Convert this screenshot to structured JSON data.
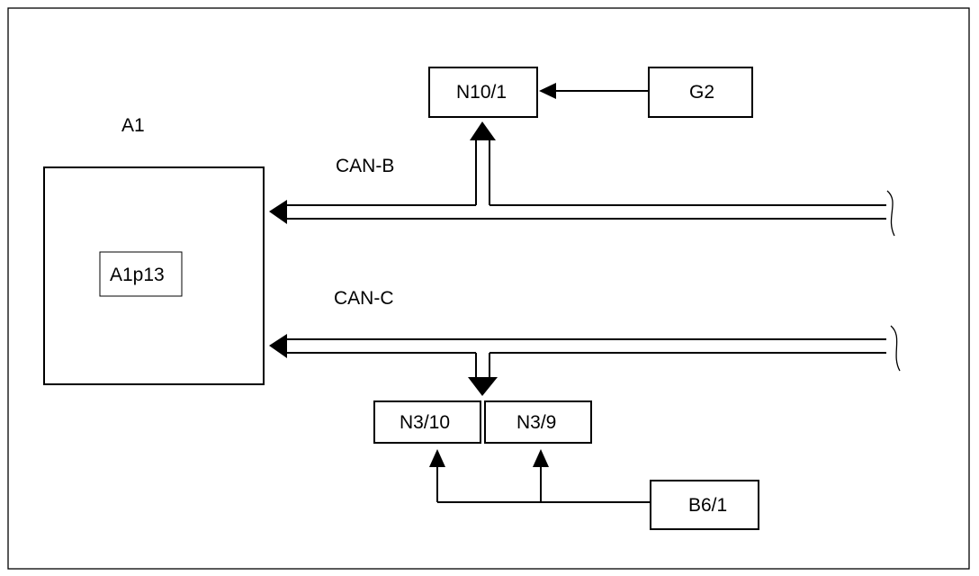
{
  "labels": {
    "a1": "A1",
    "a1p13": "A1p13",
    "can_b": "CAN-B",
    "can_c": "CAN-C",
    "n10_1": "N10/1",
    "g2": "G2",
    "n3_10": "N3/10",
    "n3_9": "N3/9",
    "b6_1": "B6/1"
  },
  "colors": {
    "stroke": "#000000",
    "background": "#ffffff"
  }
}
